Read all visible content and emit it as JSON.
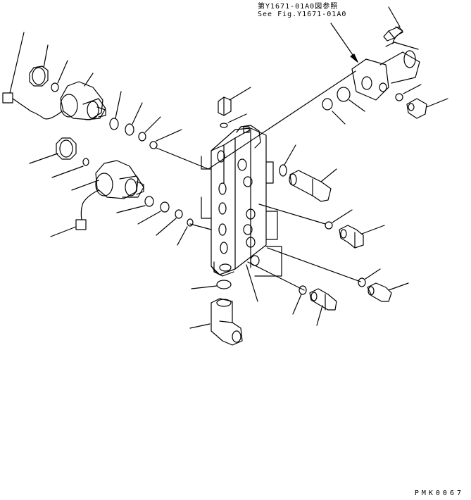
{
  "reference": {
    "japanese": "第Y1671-01A0図参照",
    "english": "See Fig.Y1671-01A0"
  },
  "drawing_code": "PMK0067"
}
